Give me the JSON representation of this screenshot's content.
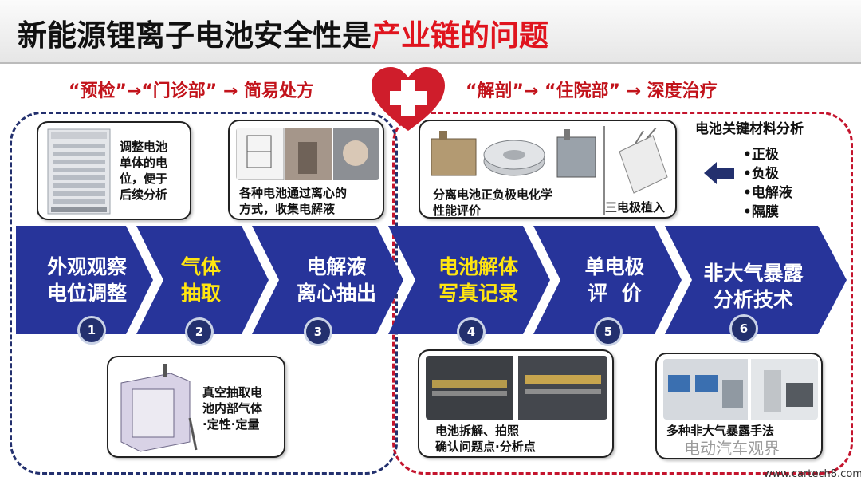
{
  "title": {
    "part1": "新能源锂离子电池安全性是",
    "part2": "产业链的问题"
  },
  "left_subhead": "“预检”→“门诊部” → 简易处方",
  "right_subhead": "“解剖”→ “住院部” → 深度治疗",
  "cards": {
    "adjust": "调整电池\n单体的电\n位，便于\n后续分析",
    "centrifuge": "各种电池通过离心的\n方式，收集电解液",
    "separate": "分离电池正负极电化学\n性能评价",
    "three_electrode": "三电极植入",
    "vacuum": "真空抽取电\n池内部气体\n·定性·定量",
    "disassemble": "电池拆解、拍照\n确认问题点·分析点",
    "non_air": "多种非大气暴露手法"
  },
  "material_analysis": {
    "title": "电池关键材料分析",
    "items": [
      "•正极",
      "•负极",
      "•电解液",
      "•隔膜"
    ]
  },
  "steps": [
    {
      "label": "外观观察\n电位调整",
      "num": "1",
      "color": "white"
    },
    {
      "label": "气体\n抽取",
      "num": "2",
      "color": "yellow"
    },
    {
      "label": "电解液\n离心抽出",
      "num": "3",
      "color": "white"
    },
    {
      "label": "电池解体\n写真记录",
      "num": "4",
      "color": "yellow"
    },
    {
      "label": "单电极\n评  价",
      "num": "5",
      "color": "white"
    },
    {
      "label": "非大气暴露\n分析技术",
      "num": "6",
      "color": "white"
    }
  ],
  "watermark": {
    "text": "电动汽车观界",
    "site": "www.cartech8.com"
  },
  "colors": {
    "navy": "#23306e",
    "chevron": "#27349a",
    "red": "#c4142d",
    "yellow": "#ffe510"
  }
}
